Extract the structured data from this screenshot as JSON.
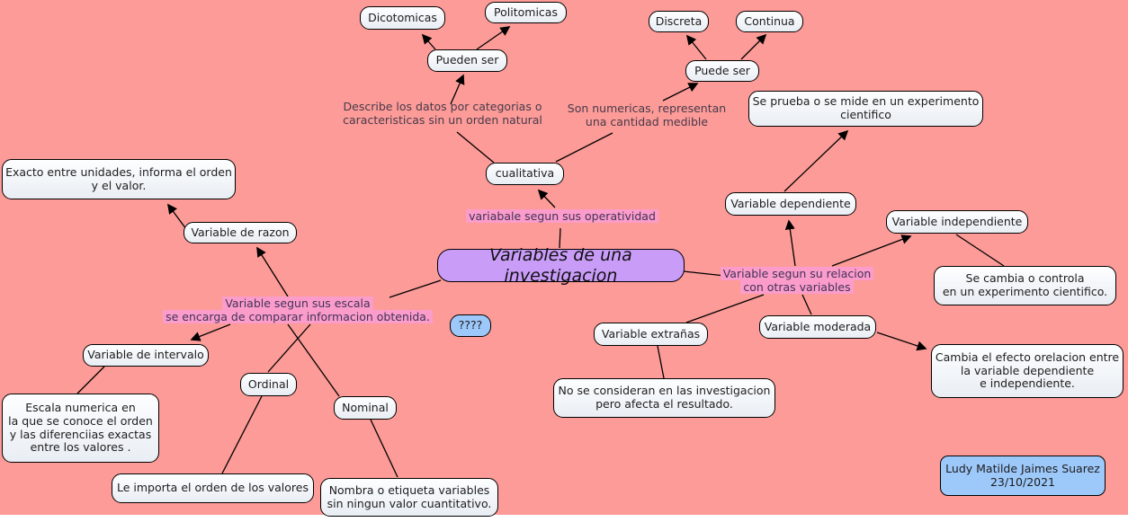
{
  "map": {
    "title": {
      "text": "Variables de una investigacion"
    },
    "colors": {
      "background": "#fc9b97",
      "node_fill": "#eef2f6",
      "title_purple": "#c99cf8",
      "highlight_pink": "#fc9cca",
      "accent_blue": "#9dc8fa",
      "line_black": "#000000"
    },
    "nodes": [
      {
        "id": "dicotomicas",
        "text": "Dicotomicas"
      },
      {
        "id": "politomicas",
        "text": "Politomicas"
      },
      {
        "id": "pueden-ser",
        "text": "Pueden ser"
      },
      {
        "id": "discreta",
        "text": "Discreta"
      },
      {
        "id": "continua",
        "text": "Continua"
      },
      {
        "id": "puede-ser",
        "text": "Puede ser"
      },
      {
        "id": "se-prueba",
        "text": "Se prueba o se mide en un experimento\ncientifico"
      },
      {
        "id": "cualitativa",
        "text": "cualitativa"
      },
      {
        "id": "variable-dependiente",
        "text": "Variable dependiente"
      },
      {
        "id": "variable-independiente",
        "text": "Variable independiente"
      },
      {
        "id": "se-cambia",
        "text": "Se cambia o controla\nen un experimento cientifico."
      },
      {
        "id": "variable-de-razon",
        "text": "Variable de razon"
      },
      {
        "id": "exacto",
        "text": "Exacto entre unidades, informa el orden\ny el valor."
      },
      {
        "id": "question-marks",
        "text": "????"
      },
      {
        "id": "variable-extranas",
        "text": "Variable extrañas"
      },
      {
        "id": "variable-moderada",
        "text": "Variable moderada"
      },
      {
        "id": "cambia-efecto",
        "text": "Cambia el efecto orelacion entre\nla variable dependiente\ne independiente."
      },
      {
        "id": "variable-de-intervalo",
        "text": "Variable de intervalo"
      },
      {
        "id": "escala-numerica",
        "text": "Escala numerica en\nla que se conoce el orden\ny las diferenciias exactas\nentre los valores ."
      },
      {
        "id": "ordinal",
        "text": "Ordinal"
      },
      {
        "id": "nominal",
        "text": "Nominal"
      },
      {
        "id": "le-importa",
        "text": "Le importa el orden de los valores"
      },
      {
        "id": "nombra",
        "text": "Nombra o etiqueta variables\nsin ningun valor cuantitativo."
      },
      {
        "id": "no-se-consideran",
        "text": "No se consideran en las investigacion\npero afecta el resultado."
      }
    ],
    "link_labels": [
      {
        "id": "describe",
        "text": "Describe los datos por categorias o\ncaracteristicas sin un orden natural",
        "highlighted": false
      },
      {
        "id": "numericas",
        "text": "Son numericas, representan\nuna cantidad medible",
        "highlighted": false
      },
      {
        "id": "operatividad",
        "text": "variabale segun sus operatividad",
        "highlighted": true
      },
      {
        "id": "relacion",
        "text": "Variable segun su relacion\ncon otras variables",
        "highlighted": true
      },
      {
        "id": "escala",
        "text": "Variable segun sus escala\nse encarga de comparar informacion obtenida.",
        "highlighted": true
      }
    ],
    "signature": {
      "text": "Ludy Matilde Jaimes Suarez\n23/10/2021"
    }
  }
}
